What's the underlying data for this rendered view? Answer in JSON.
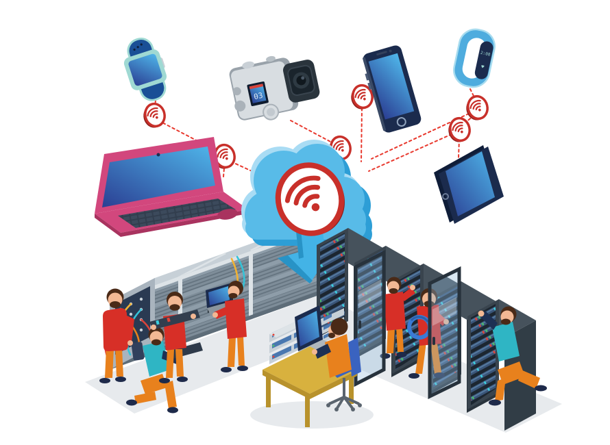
{
  "illustration": {
    "hub": {
      "name": "cloud-wifi-hub"
    },
    "devices": [
      {
        "name": "smartwatch"
      },
      {
        "name": "action-camera",
        "screen_text": "03"
      },
      {
        "name": "smartphone"
      },
      {
        "name": "fitness-band",
        "screen_text": "2:08",
        "screen_icon": "♥"
      },
      {
        "name": "laptop"
      },
      {
        "name": "tablet"
      }
    ],
    "wifi_nodes": 6,
    "server_room": {
      "left_row_cabinets": 3,
      "right_row_racks": 5,
      "open_glass_doors": 2,
      "desk_server_units": 6,
      "technicians": 8
    }
  },
  "colors": {
    "line_red": "#E8382D",
    "badge_red": "#C8302A",
    "badge_rim": "#8E1F1C",
    "cloud_main": "#58BBE8",
    "cloud_light": "#A9DCF4",
    "cloud_dark": "#2D9ED6",
    "arrow_blue": "#43B3E6",
    "arrow_dark": "#2893C6",
    "device_navy": "#1B2B4D",
    "device_navy_dark": "#0F1D38",
    "watch_band": "#1A4F96",
    "watch_mint": "#9FD9D3",
    "band_blue": "#4FACDE",
    "camera_gray": "#AEB6BD",
    "camera_gray_light": "#D8DDE1",
    "lens_dark": "#2A343C",
    "laptop_pink": "#D2477D",
    "laptop_pink_dark": "#A9335F",
    "keys_dark": "#323E4E",
    "srv_top": "#C7D0D7",
    "srv_face": "#8E9DA9",
    "srv_edge": "#DDE3E7",
    "srv_end": "#A9B4BE",
    "panel_navy": "#2A3A52",
    "rack_frame": "#39444E",
    "rack_top": "#46525C",
    "rack_dark": "#161F26",
    "glass_frame": "#27323C",
    "floor": "#E7EAED",
    "desk": "#D8B13E",
    "desk_dark": "#B8922C",
    "chair_blue": "#3A63C0",
    "shirt_red": "#D72F27",
    "pants_orange": "#E8811D",
    "shirt_teal": "#2FB5C4",
    "sleeve_navy": "#1D3054",
    "skin": "#F2B894",
    "hair": "#4A2A17",
    "shoe": "#1E2A4A",
    "cable_yellow": "#F2B233",
    "cable_cyan": "#35C3D8",
    "cable_blue": "#3A7BD5"
  }
}
